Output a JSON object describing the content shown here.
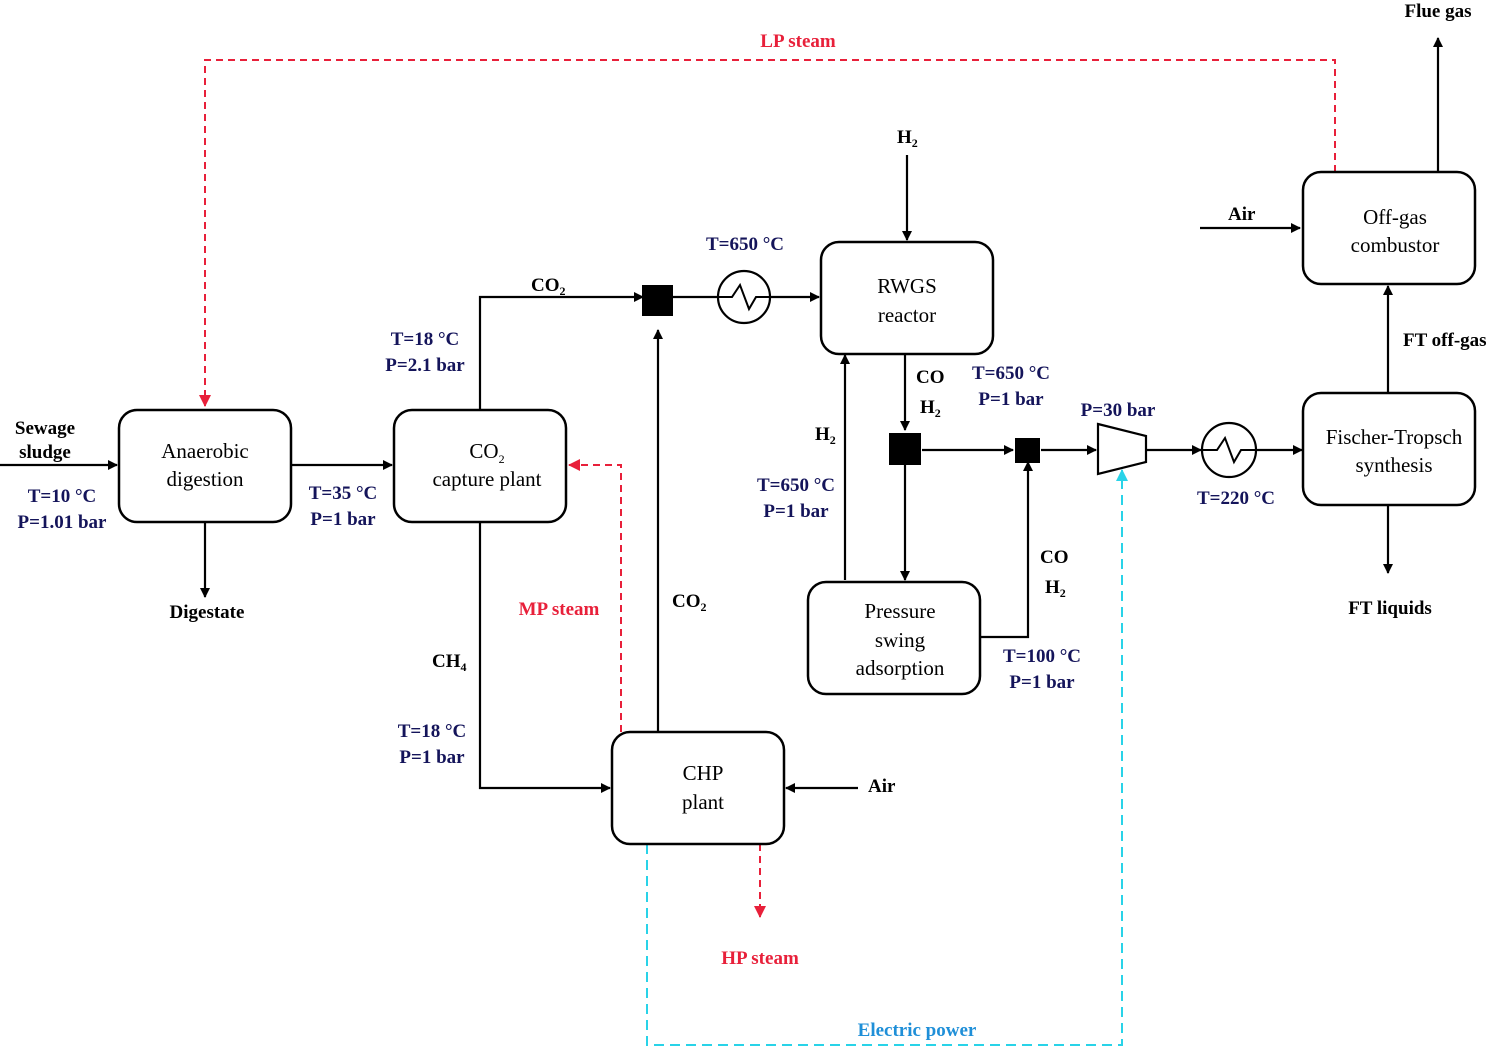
{
  "units": {
    "anaerobic_digestion": [
      "Anaerobic",
      "digestion"
    ],
    "co2_capture": {
      "line1": "CO",
      "line1_sub": "2",
      "line2": "capture plant"
    },
    "rwgs_reactor": [
      "RWGS",
      "reactor"
    ],
    "chp_plant": [
      "CHP",
      "plant"
    ],
    "psa": [
      "Pressure",
      "swing",
      "adsorption"
    ],
    "offgas_combustor": [
      "Off-gas",
      "combustor"
    ],
    "ft_synthesis": [
      "Fischer-Tropsch",
      "synthesis"
    ]
  },
  "streams": {
    "sewage_sludge": [
      "Sewage",
      "sludge"
    ],
    "digestate": "Digestate",
    "ch4": "CH",
    "ch4_sub": "4",
    "co2": "CO",
    "co2_sub": "2",
    "h2": "H",
    "h2_sub": "2",
    "co": "CO",
    "air": "Air",
    "flue_gas": "Flue gas",
    "ft_offgas": "FT off-gas",
    "ft_liquids": "FT liquids"
  },
  "utilities": {
    "lp_steam": "LP steam",
    "mp_steam": "MP steam",
    "hp_steam": "HP steam",
    "electric_power": "Electric power"
  },
  "conditions": {
    "feed_T": "T=10 °C",
    "feed_P": "P=1.01 bar",
    "digester_out_T": "T=35 °C",
    "digester_out_P": "P=1 bar",
    "co2_out_T": "T=18 °C",
    "co2_out_P": "P=2.1 bar",
    "ch4_out_T": "T=18 °C",
    "ch4_out_P": "P=1 bar",
    "heater1_T": "T=650 °C",
    "rwgs_out_T": "T=650 °C",
    "rwgs_out_P": "P=1 bar",
    "h2_recycle_T": "T=650 °C",
    "h2_recycle_P": "P=1 bar",
    "psa_out_T": "T=100 °C",
    "psa_out_P": "P=1 bar",
    "compressor_P": "P=30 bar",
    "heater2_T": "T=220 °C"
  },
  "colors": {
    "steam": "#e8203a",
    "power": "#29d3e8",
    "power_text": "#1f8fd8",
    "condition_text": "#14145a"
  }
}
